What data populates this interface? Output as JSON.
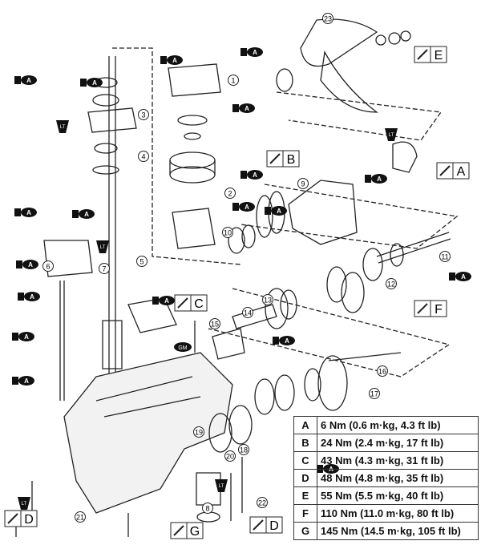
{
  "callouts": [
    "1",
    "2",
    "3",
    "4",
    "5",
    "6",
    "7",
    "8",
    "9",
    "10",
    "11",
    "12",
    "13",
    "14",
    "15",
    "16",
    "17",
    "18",
    "19",
    "20",
    "21",
    "22",
    "23"
  ],
  "torque_labels": [
    "E",
    "B",
    "A",
    "C",
    "F",
    "D",
    "G",
    "D"
  ],
  "sealant_marker": "A",
  "locktite_marker": "LT",
  "grease_marker": "GM",
  "torque_table": [
    {
      "letter": "A",
      "value": "6 Nm (0.6 m·kg, 4.3 ft lb)"
    },
    {
      "letter": "B",
      "value": "24 Nm (2.4 m·kg, 17 ft lb)"
    },
    {
      "letter": "C",
      "value": "43 Nm (4.3 m·kg, 31 ft lb)"
    },
    {
      "letter": "D",
      "value": "48 Nm (4.8 m·kg, 35 ft lb)"
    },
    {
      "letter": "E",
      "value": "55 Nm (5.5 m·kg, 40 ft lb)"
    },
    {
      "letter": "F",
      "value": "110 Nm (11.0 m·kg, 80 ft lb)"
    },
    {
      "letter": "G",
      "value": "145 Nm (14.5 m·kg, 105 ft lb)"
    }
  ]
}
